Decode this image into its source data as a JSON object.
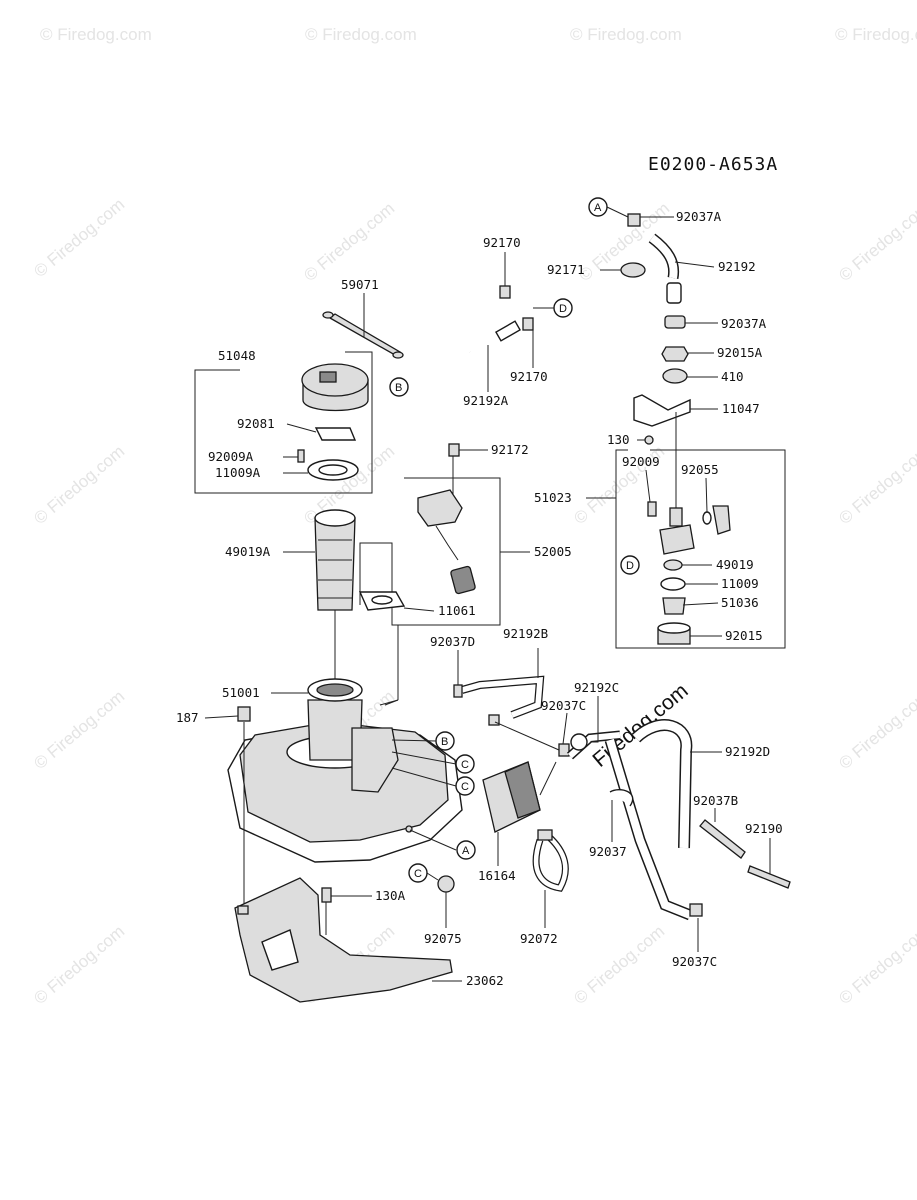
{
  "diagram_code": "E0200-A653A",
  "watermark": "© Firedog.com",
  "site_watermark": "Firedog.com",
  "callout_letters": [
    "A",
    "B",
    "C",
    "D"
  ],
  "part_labels": {
    "p92037A_top": "92037A",
    "p92170_top": "92170",
    "p92171": "92171",
    "p92192": "92192",
    "p59071": "59071",
    "p92037A_mid": "92037A",
    "p51048": "51048",
    "p92015A": "92015A",
    "p92170_bot": "92170",
    "p410": "410",
    "p92192A": "92192A",
    "p11047": "11047",
    "p92081": "92081",
    "p130": "130",
    "p92172": "92172",
    "p92009A": "92009A",
    "p92009": "92009",
    "p92055": "92055",
    "p11009A": "11009A",
    "p51023": "51023",
    "p49019A": "49019A",
    "p52005": "52005",
    "p49019": "49019",
    "p11009": "11009",
    "p51036": "51036",
    "p11061": "11061",
    "p92015": "92015",
    "p92037D": "92037D",
    "p92192B": "92192B",
    "p92192C": "92192C",
    "p51001": "51001",
    "p92037C_mid": "92037C",
    "p187": "187",
    "p92192D": "92192D",
    "p92037B": "92037B",
    "p92190": "92190",
    "p92037": "92037",
    "p16164": "16164",
    "p130A": "130A",
    "p92075": "92075",
    "p92072": "92072",
    "p92037C_bot": "92037C",
    "p23062": "23062"
  }
}
